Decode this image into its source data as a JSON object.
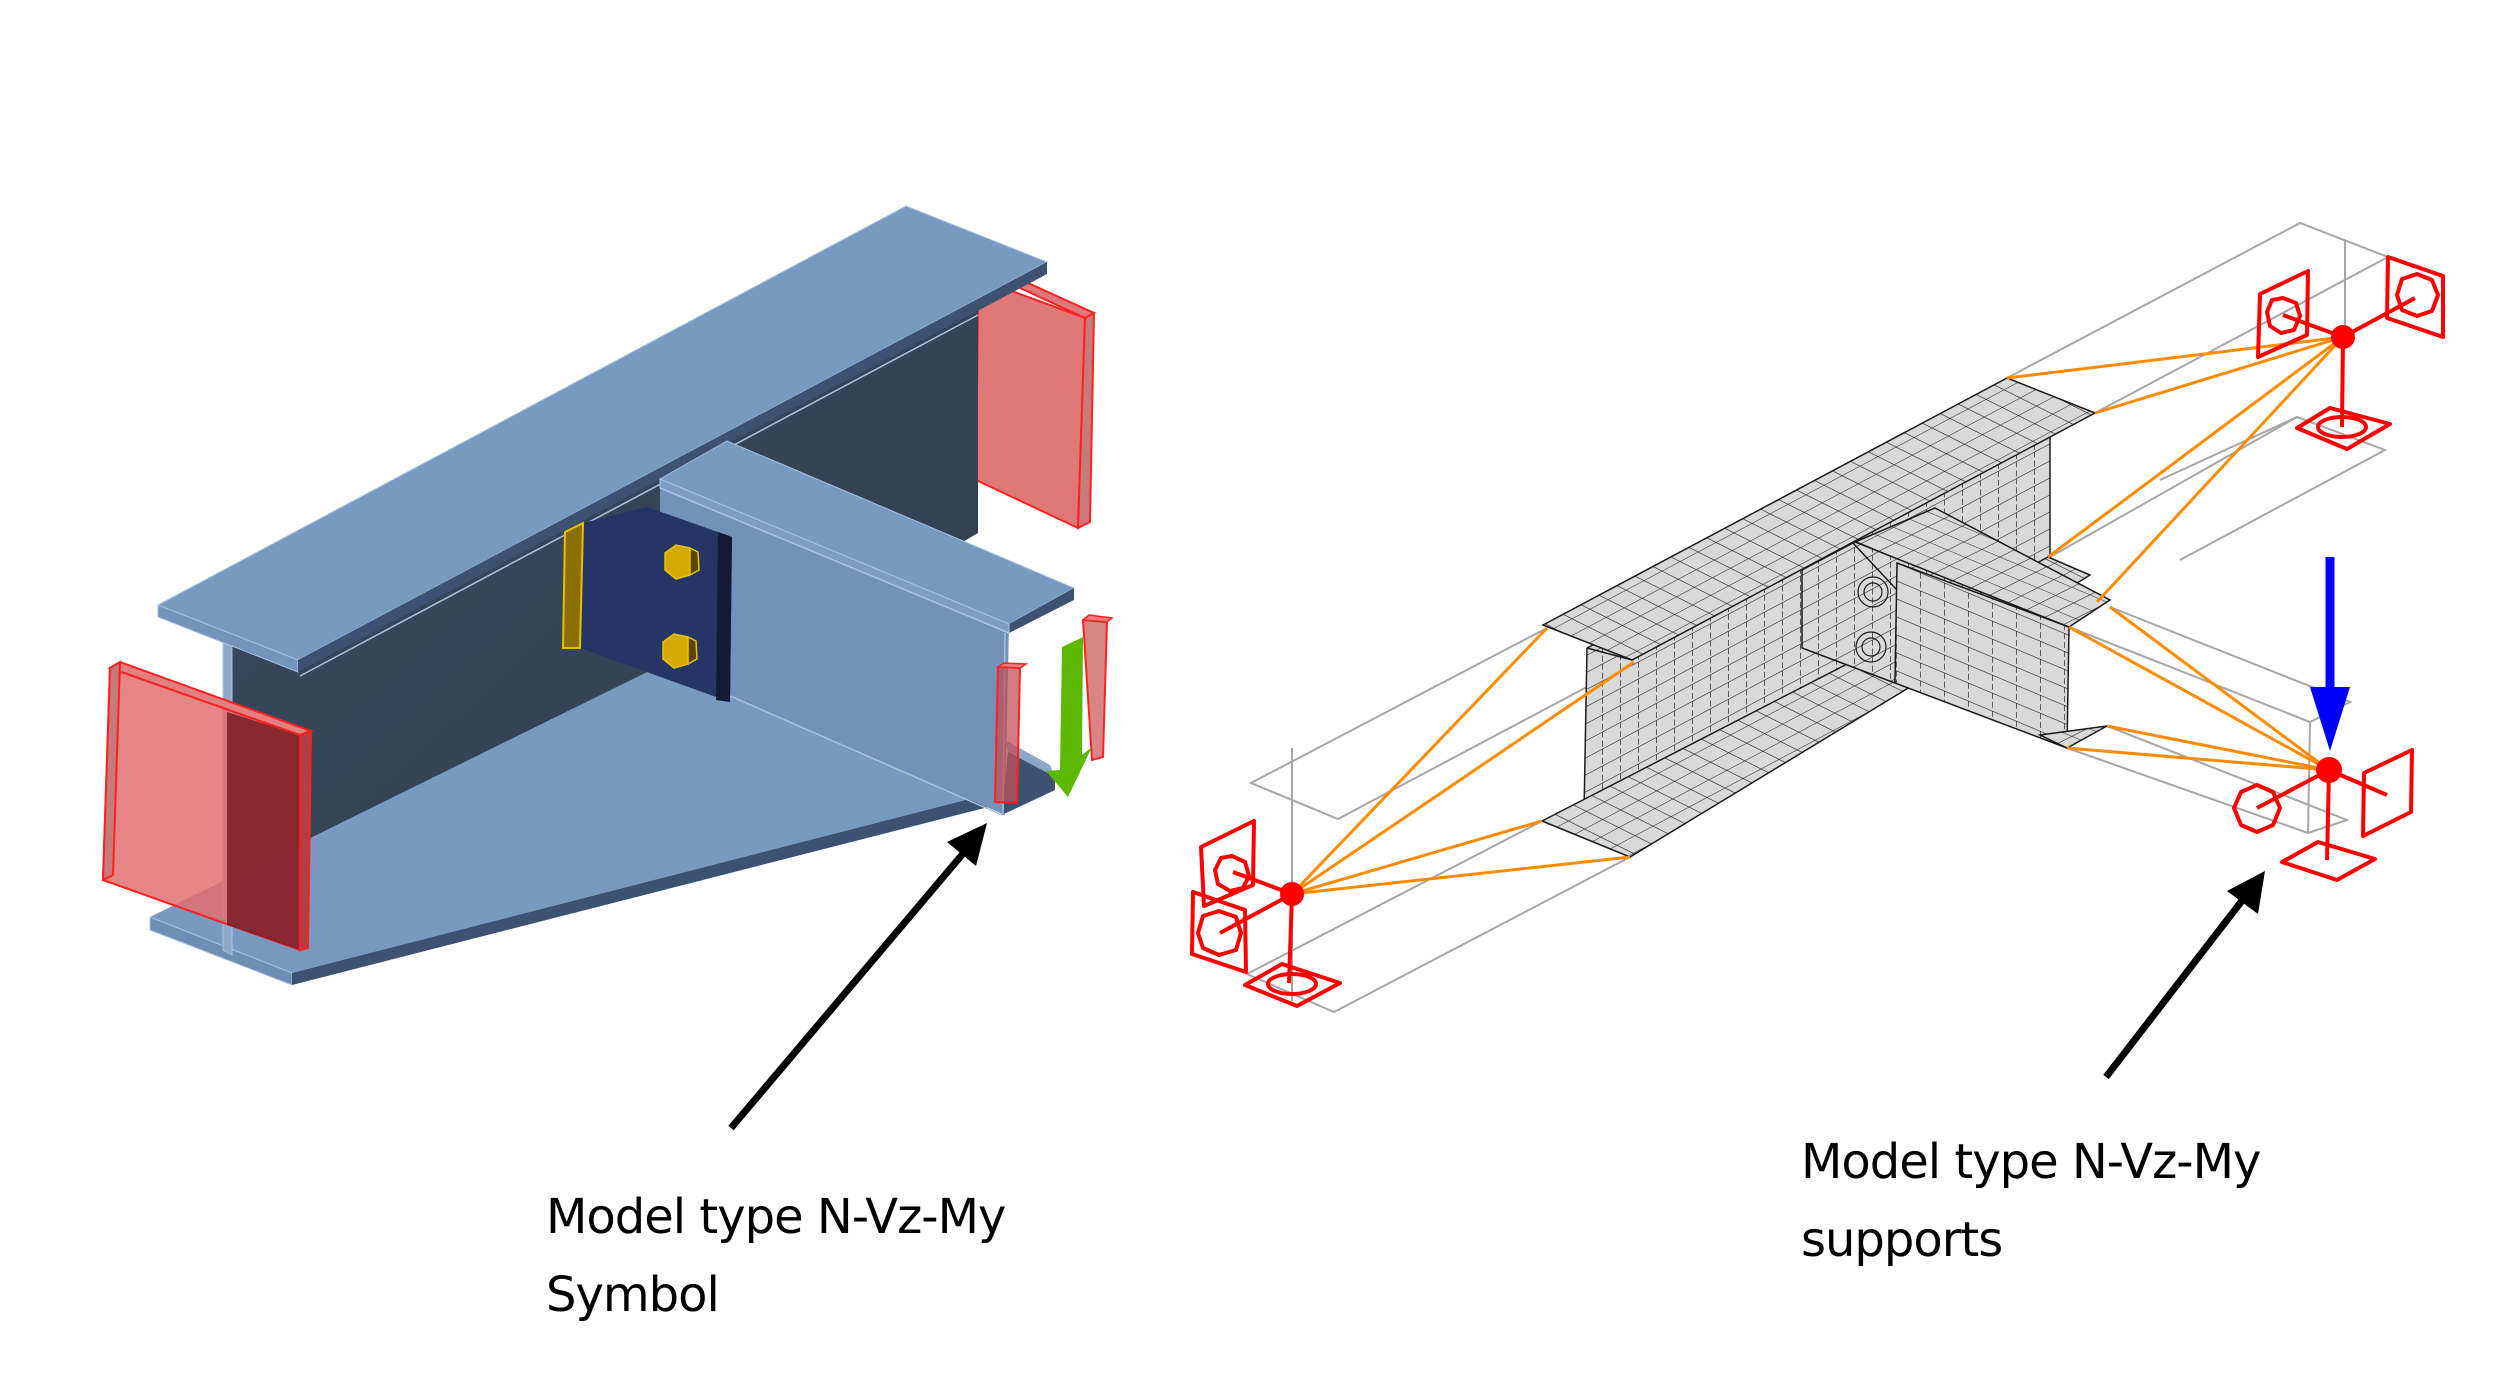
{
  "figure": {
    "left_panel": {
      "title": "3D model view",
      "label_lines": [
        "Model type N-Vz-My",
        "Symbol"
      ]
    },
    "right_panel": {
      "title": "FE mesh view",
      "label_lines": [
        "Model type N-Vz-My",
        "supports"
      ]
    }
  },
  "icons": {
    "left_pointer": "arrow-up-right",
    "right_pointer": "arrow-up-right",
    "load_symbol": "arrow-down",
    "support_symbol": "support-node-with-rotation-springs"
  },
  "colors": {
    "flange": "#7899c0",
    "flange_edge": "#3d5270",
    "web_dark": "#364558",
    "end_plate": "#253566",
    "bolt": "#d4aa00",
    "weld": "#c9a300",
    "boundary_plate": "#e07070",
    "boundary_edge": "#ff0000",
    "load_arrow_3d": "#5cb800",
    "mesh_fill": "#d9d9d9",
    "mesh_line": "#1a1a1a",
    "rigid_link": "#ff8c00",
    "wire_box": "#a6a6a6",
    "support": "#ff0000",
    "load_arrow_fe": "#0000ff",
    "pointer": "#000000"
  }
}
